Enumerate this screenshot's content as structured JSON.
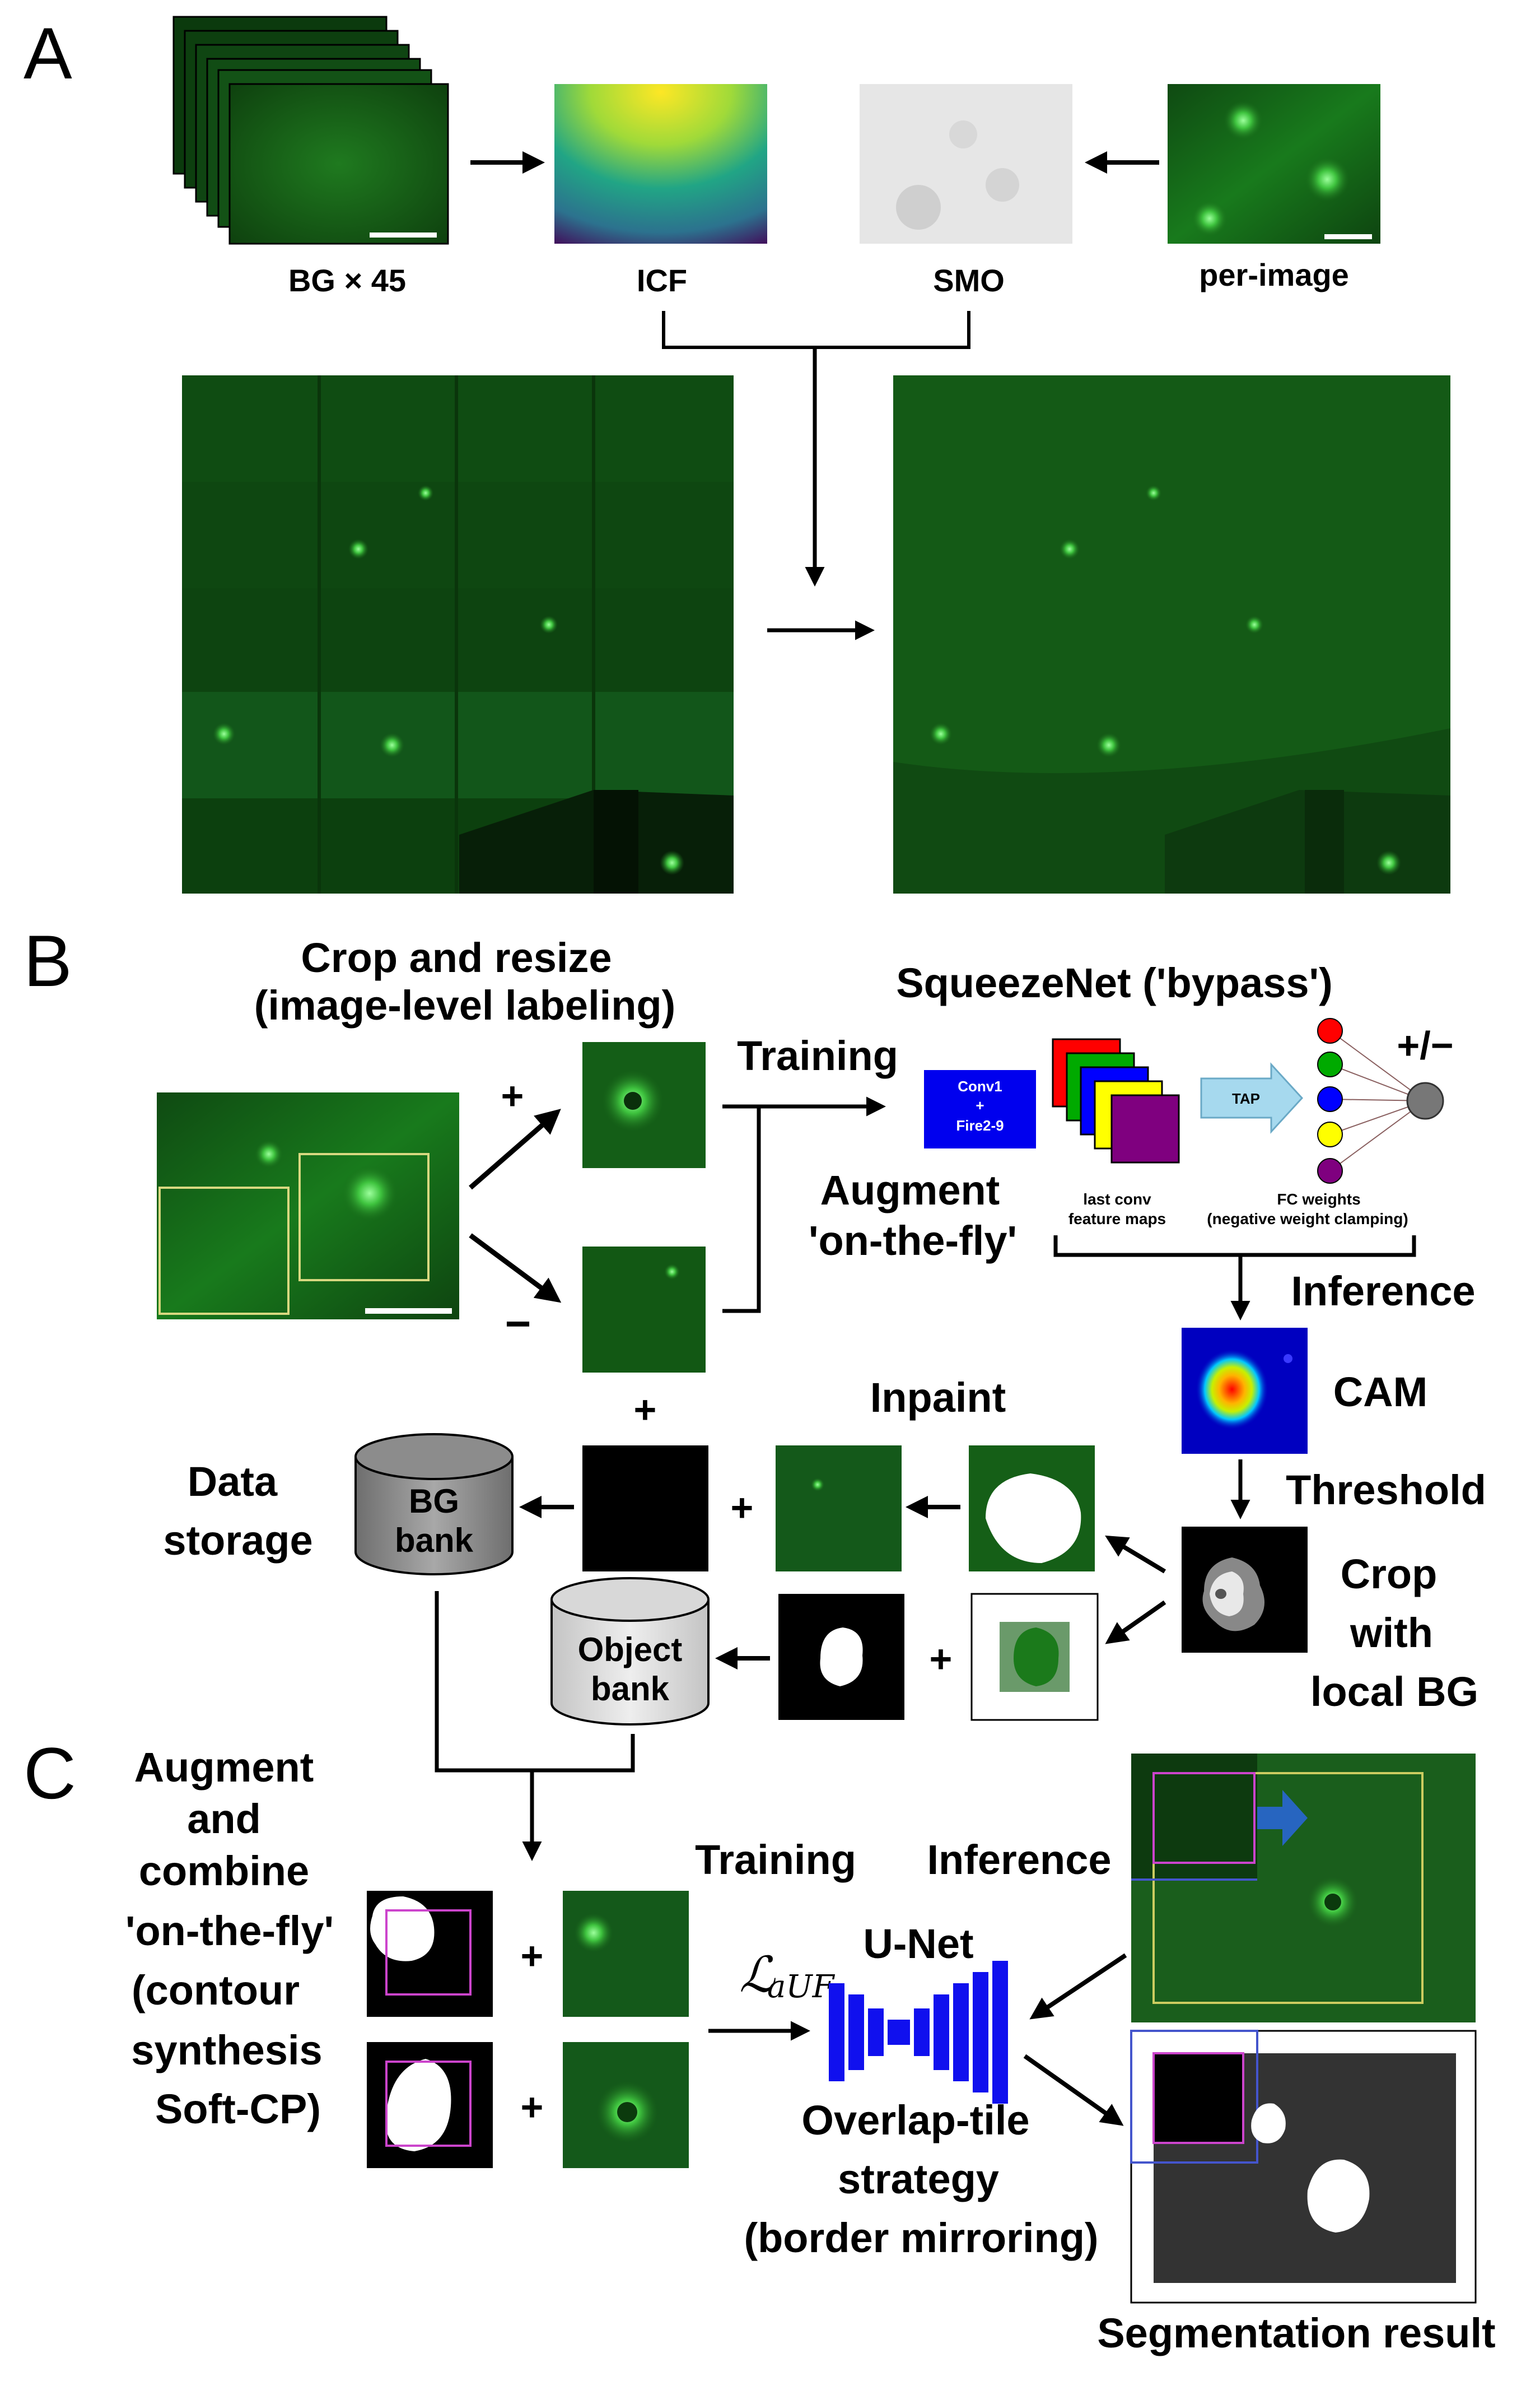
{
  "panels": {
    "a": "A",
    "b": "B",
    "c": "C"
  },
  "a": {
    "bg_label": "BG × 45",
    "icf_label": "ICF",
    "smo_label": "SMO",
    "per_image_label": "per-image"
  },
  "b": {
    "crop_line1": "Crop and resize",
    "crop_line2": "(image-level labeling)",
    "plus": "+",
    "minus": "−",
    "training": "Training",
    "augment_line1": "Augment",
    "augment_line2": "'on-the-fly'",
    "squeezenet": "SqueezeNet ('bypass')",
    "conv_line1": "Conv1",
    "conv_line2": "+",
    "conv_line3": "Fire2-9",
    "tap": "TAP",
    "plus_minus": "+/−",
    "last_conv_line1": "last conv",
    "last_conv_line2": "feature maps",
    "fc_line1": "FC weights",
    "fc_line2": "(negative weight clamping)",
    "inference": "Inference",
    "cam": "CAM",
    "threshold": "Threshold",
    "crop_bg_line1": "Crop",
    "crop_bg_line2": "with",
    "crop_bg_line3": "local BG",
    "inpaint": "Inpaint",
    "data_line1": "Data",
    "data_line2": "storage",
    "bg_bank_line1": "BG",
    "bg_bank_line2": "bank",
    "object_bank_line1": "Object",
    "object_bank_line2": "bank",
    "plus_inpaint_top": "+",
    "plus_mid": "+",
    "plus_obj": "+"
  },
  "c": {
    "augment_lines": [
      "Augment",
      "and",
      "combine",
      "'on-the-fly'",
      "(contour",
      "synthesis",
      "Soft-CP)"
    ],
    "training": "Training",
    "inference": "Inference",
    "unet": "U-Net",
    "loss": "ℒ",
    "loss_sub": "aUF",
    "overlap_lines": [
      "Overlap-tile",
      "strategy",
      "(border mirroring)"
    ],
    "segmentation": "Segmentation result",
    "plus1": "+",
    "plus2": "+"
  },
  "colors": {
    "fluor_dark": "#0a2f0a",
    "fluor_mid": "#1e6a1e",
    "fluor_bright": "#5fd35f",
    "conv_block": "#0000ee",
    "tap_arrow": "#a6d9ee",
    "unet": "#1010ee",
    "magenta_box": "#cc44cc",
    "yellow_box": "#d4d470"
  },
  "icons": [
    "database-cylinder-icon",
    "arrow-icon",
    "neuron-node-icon"
  ]
}
